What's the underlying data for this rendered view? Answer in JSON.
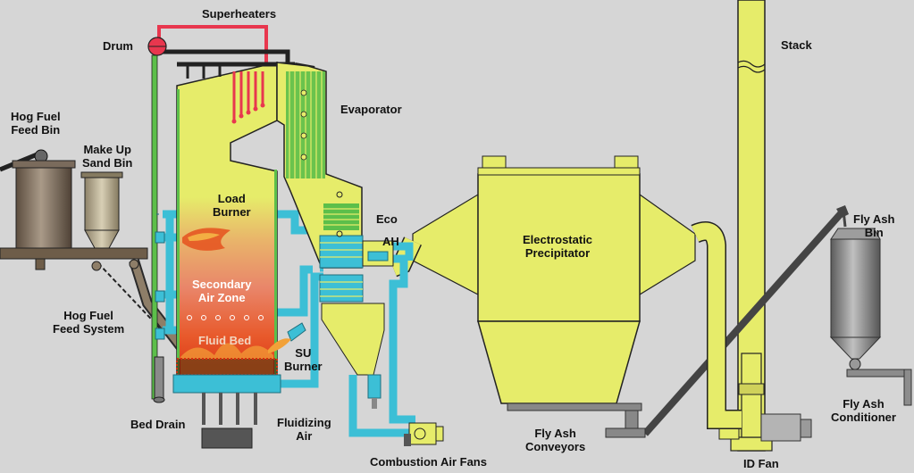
{
  "labels": {
    "superheaters": "Superheaters",
    "drum": "Drum",
    "stack": "Stack",
    "evaporator": "Evaporator",
    "hog_fuel_feed_bin": "Hog Fuel\nFeed Bin",
    "make_up_sand_bin": "Make Up\nSand Bin",
    "load_burner": "Load\nBurner",
    "eco": "Eco",
    "ah": "AH",
    "electrostatic_precipitator": "Electrostatic\nPrecipitator",
    "fly_ash_bin": "Fly Ash\nBin",
    "secondary_air_zone": "Secondary\nAir Zone",
    "hog_fuel_feed_system": "Hog Fuel\nFeed System",
    "fluid_bed": "Fluid Bed",
    "su_burner": "SU\nBurner",
    "fly_ash_conditioner": "Fly Ash\nConditioner",
    "bed_drain": "Bed Drain",
    "fluidizing_air": "Fluidizing\nAir",
    "fly_ash_conveyors": "Fly Ash\nConveyors",
    "combustion_air_fans": "Combustion Air Fans",
    "id_fan": "ID Fan"
  },
  "colors": {
    "background": "#d6d6d6",
    "equipment": "#e6ec6a",
    "air_duct": "#3cbfd6",
    "steam_line": "#e8374e",
    "water_wall": "#5cbf4a",
    "structure": "#1a1a1a",
    "bin_gray": "#7d7d7d",
    "fire": "#e0471c"
  }
}
